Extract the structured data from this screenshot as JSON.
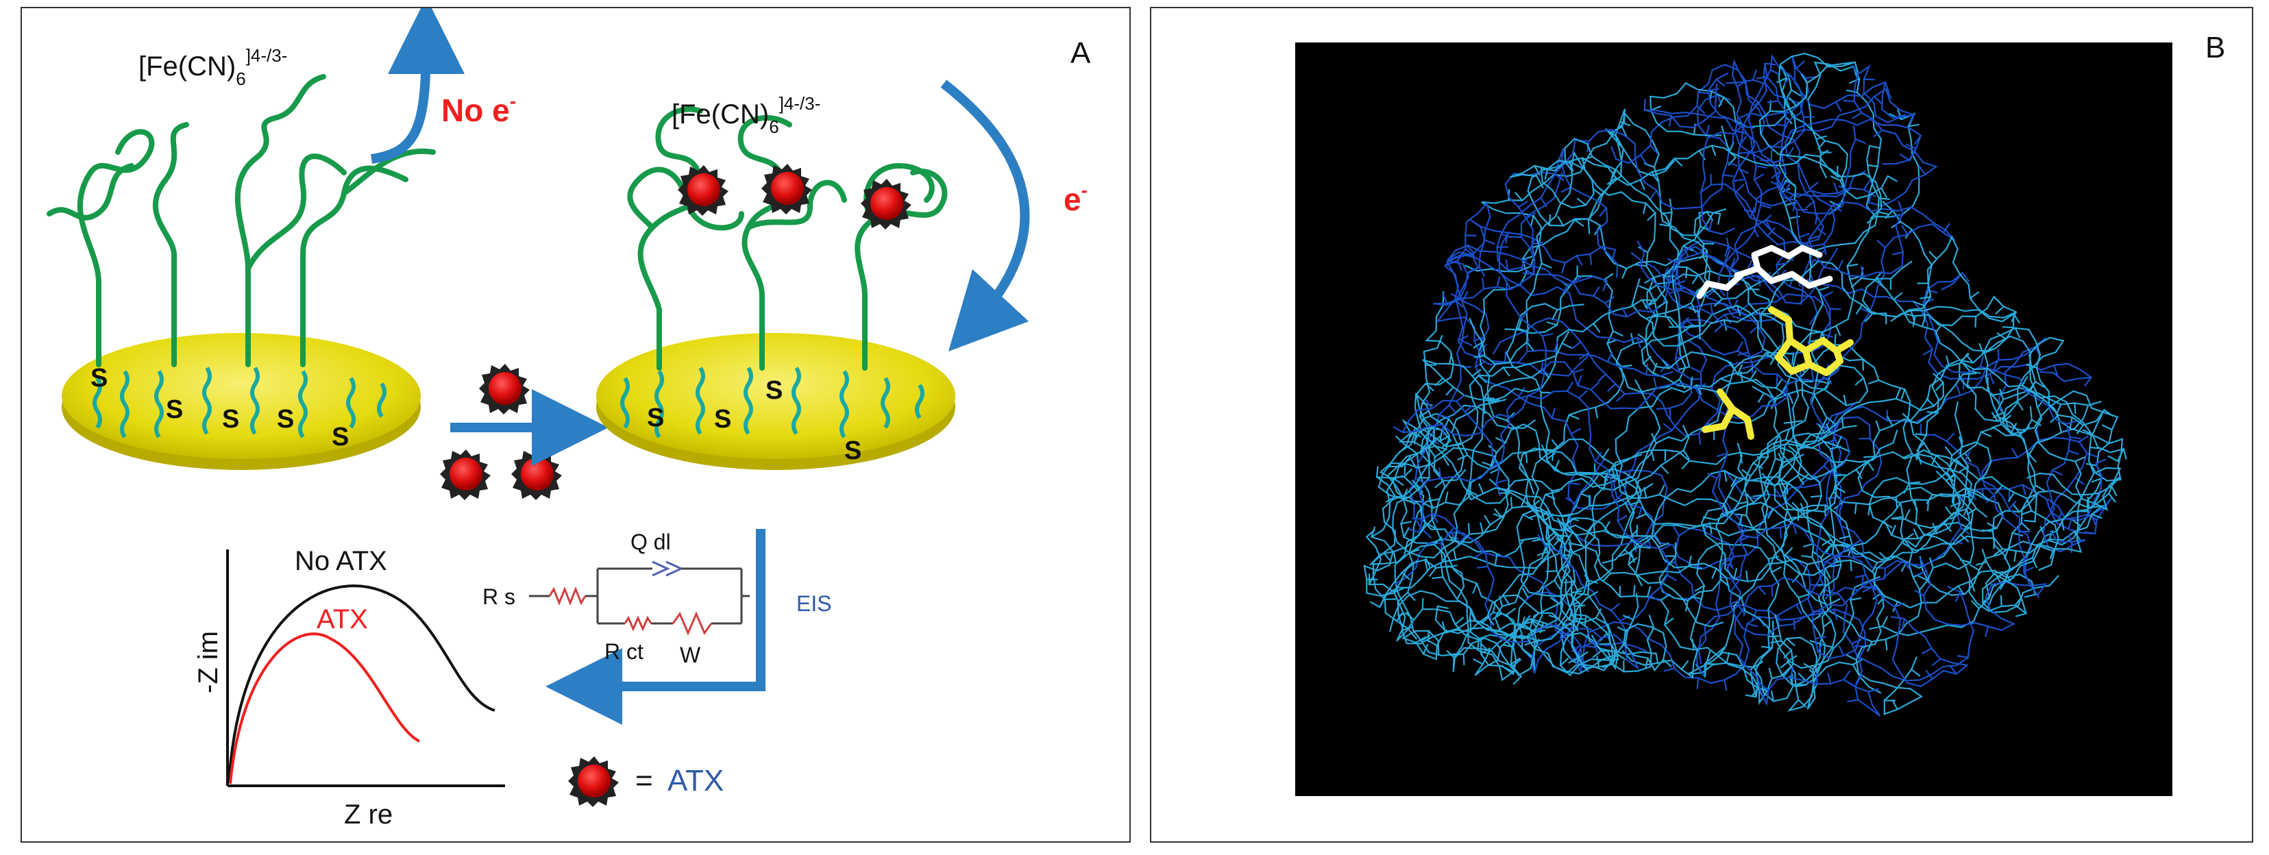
{
  "panel_a": {
    "letter": "A",
    "complex_left": {
      "base": "[Fe(CN)",
      "sub": "6",
      "sup": "]4-/3-"
    },
    "complex_right": {
      "base": "[Fe(CN)",
      "sub": "6",
      "sup": "]4-/3-"
    },
    "no_electron": {
      "text": "No e",
      "sup": "-"
    },
    "electron": {
      "text": "e",
      "sup": "-"
    },
    "sulfur_label": "S",
    "circuit": {
      "qdl": "Q dl",
      "rs": "R s",
      "rct": "R ct",
      "w": "W"
    },
    "eis_label": "EIS",
    "plot": {
      "no_atx": "No ATX",
      "atx": "ATX",
      "ylabel": "-Z im",
      "xlabel": "Z re"
    },
    "legend": {
      "equals": "=",
      "atx": "ATX"
    },
    "colors": {
      "gold": "#e8dc12",
      "aptamer": "#179a4a",
      "thiol": "#1aa8a0",
      "arrow": "#2d7fc3",
      "toxin": "#d01010",
      "red_text": "#ee2020",
      "blue_text": "#2e5aa8"
    }
  },
  "panel_b": {
    "letter": "B",
    "colors": {
      "background": "#000000",
      "backbone": "#2aa8d8",
      "backbone_dark": "#1a4fc8",
      "ligand_white": "#ffffff",
      "ligand_yellow": "#f4ea3a"
    }
  }
}
